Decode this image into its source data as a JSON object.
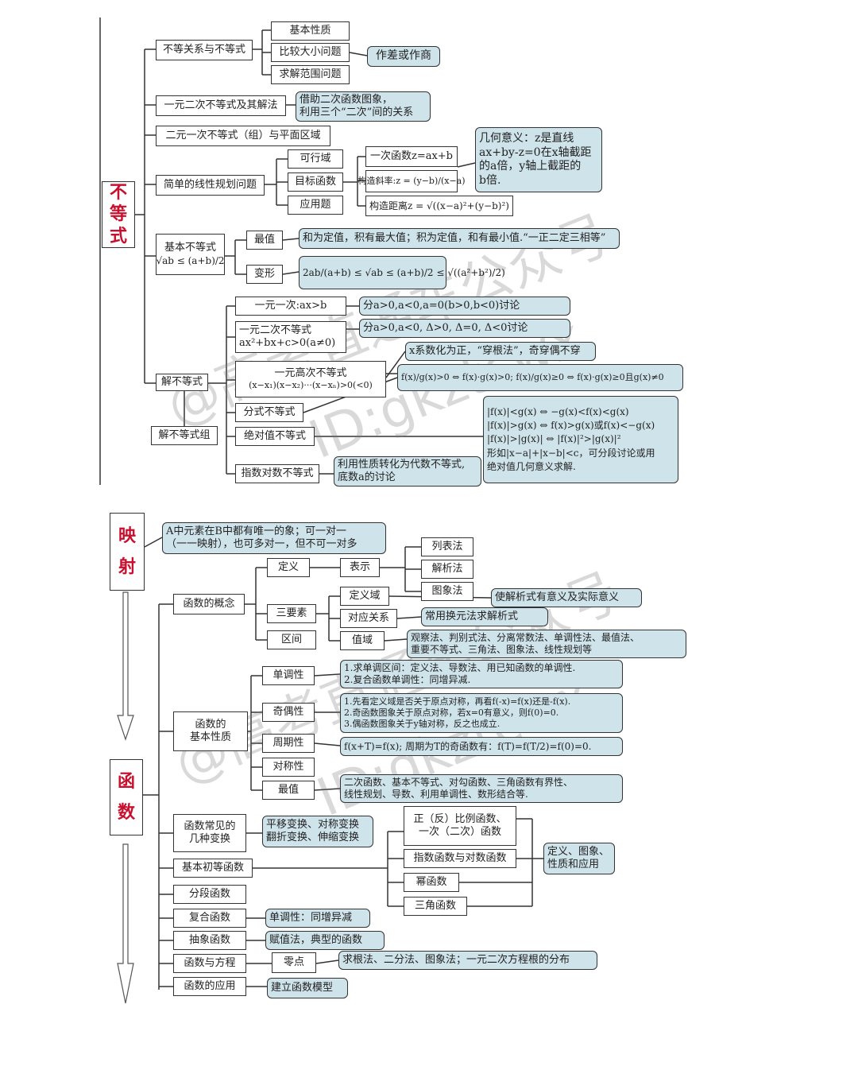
{
  "watermarks": [
    "@高考直通车公众号",
    "ID:gkztcwx",
    "@高考直通车公众号",
    "ID:gkztcwx"
  ],
  "section1": {
    "root": [
      "不",
      "等",
      "式"
    ],
    "n_relation": "不等关系与不等式",
    "n_basic": "基本性质",
    "n_compare": "比较大小问题",
    "n_range": "求解范围问题",
    "n_diff": "作差或作商",
    "n_quad": "一元二次不等式及其解法",
    "n_quad_note": [
      "借助二次函数图象，",
      "利用三个“二次”间的关系"
    ],
    "n_region": "二元一次不等式（组）与平面区域",
    "n_lp": "简单的线性规划问题",
    "n_feasible": "可行域",
    "n_objective": "目标函数",
    "n_apply": "应用题",
    "n_linear_fn": "一次函数z=ax+b",
    "n_slope": "构造斜率:z = (y−b)/(x−a)",
    "n_dist": "构造距离z = √((x−a)²+(y−b)²)",
    "n_geo": [
      "几何意义：z是直线",
      "ax+by-z=0在x轴截距",
      "的a倍，y轴上截距的",
      "b倍."
    ],
    "n_basic_ineq": [
      "基本不等式",
      "√ab ≤ (a+b)/2"
    ],
    "n_extreme": "最值",
    "n_extreme_note": "和为定值，积有最大值；积为定值，和有最小值.“一正二定三相等”",
    "n_transform": "变形",
    "n_transform_note": "2ab/(a+b) ≤ √ab ≤ (a+b)/2 ≤ √((a²+b²)/2)",
    "n_solve": "解不等式",
    "n_solve_sys": "解不等式组",
    "n_lin1": "一元一次:ax>b",
    "n_lin1_note": "分a>0,a<0,a=0(b>0,b<0)讨论",
    "n_quad2": [
      "一元二次不等式",
      "ax²+bx+c>0(a≠0)"
    ],
    "n_quad2_note": "分a>0,a<0, Δ>0, Δ=0, Δ<0讨论",
    "n_high": [
      "一元高次不等式",
      "(x−x₁)(x−x₂)···(x−xₙ)>0(<0)"
    ],
    "n_high_note": "x系数化为正，“穿根法”，奇穿偶不穿",
    "n_frac_note": "f(x)/g(x)>0 ⇔ f(x)·g(x)>0; f(x)/g(x)≥0 ⇔ f(x)·g(x)≥0且g(x)≠0",
    "n_frac": "分式不等式",
    "n_abs": "绝对值不等式",
    "n_abs_note": [
      "|f(x)|<g(x) ⇔ −g(x)<f(x)<g(x)",
      "|f(x)|>g(x) ⇔ f(x)>g(x)或f(x)<−g(x)",
      "|f(x)|>|g(x)| ⇔ |f(x)|²>|g(x)|²",
      "形如|x−a|+|x−b|<c，可分段讨论或用",
      "绝对值几何意义求解."
    ],
    "n_explog": "指数对数不等式",
    "n_explog_note": [
      "利用性质转化为代数不等式,",
      "底数a的讨论"
    ]
  },
  "section2": {
    "root_map": [
      "映",
      "射"
    ],
    "root_func": [
      "函",
      "数"
    ],
    "n_map_note": [
      "A中元素在B中都有唯一的象；可一对一",
      "（一一映射），也可多对一，但不可一对多"
    ],
    "n_concept": "函数的概念",
    "n_def": "定义",
    "n_represent": "表示",
    "n_list": "列表法",
    "n_analytic": "解析法",
    "n_graph": "图象法",
    "n_three": "三要素",
    "n_interval": "区间",
    "n_domain": "定义域",
    "n_domain_note": "使解析式有意义及实际意义",
    "n_corr": "对应关系",
    "n_corr_note": "常用换元法求解析式",
    "n_value": "值域",
    "n_value_note": [
      "观察法、判别式法、分离常数法、单调性法、最值法、",
      "重要不等式、三角法、图象法、线性规划等"
    ],
    "n_props": [
      "函数的",
      "基本性质"
    ],
    "n_mono": "单调性",
    "n_mono_note": [
      "1.求单调区间：定义法、导数法、用已知函数的单调性.",
      "2.复合函数单调性：同增异减."
    ],
    "n_parity": "奇偶性",
    "n_parity_note": [
      "1.先看定义域是否关于原点对称，再看f(-x)=f(x)还是-f(x).",
      "2.奇函数图象关于原点对称，若x=0有意义，则f(0)=0.",
      "3.偶函数图象关于y轴对称，反之也成立."
    ],
    "n_period": "周期性",
    "n_period_note": "f(x+T)=f(x); 周期为T的奇函数有：f(T)=f(T/2)=f(0)=0.",
    "n_sym": "对称性",
    "n_max": "最值",
    "n_max_note": [
      "二次函数、基本不等式、对勾函数、三角函数有界性、",
      "线性规划、导数、利用单调性、数形结合等."
    ],
    "n_trans": [
      "函数常见的",
      "几种变换"
    ],
    "n_trans_note": [
      "平移变换、对称变换",
      "翻折变换、伸缩变换"
    ],
    "n_elem": "基本初等函数",
    "n_prop_fn": [
      "正（反）比例函数、",
      "一次（二次）函数"
    ],
    "n_explog_fn": "指数函数与对数函数",
    "n_power": "幂函数",
    "n_trig": "三角函数",
    "n_elem_note": [
      "定义、图象、",
      "性质和应用"
    ],
    "n_piece": "分段函数",
    "n_comp": "复合函数",
    "n_comp_note": "单调性：同增异减",
    "n_abstract": "抽象函数",
    "n_abstract_note": "赋值法，典型的函数",
    "n_eq": "函数与方程",
    "n_zero": "零点",
    "n_zero_note": "求根法、二分法、图象法；一元二次方程根的分布",
    "n_app": "函数的应用",
    "n_app_note": "建立函数模型"
  }
}
